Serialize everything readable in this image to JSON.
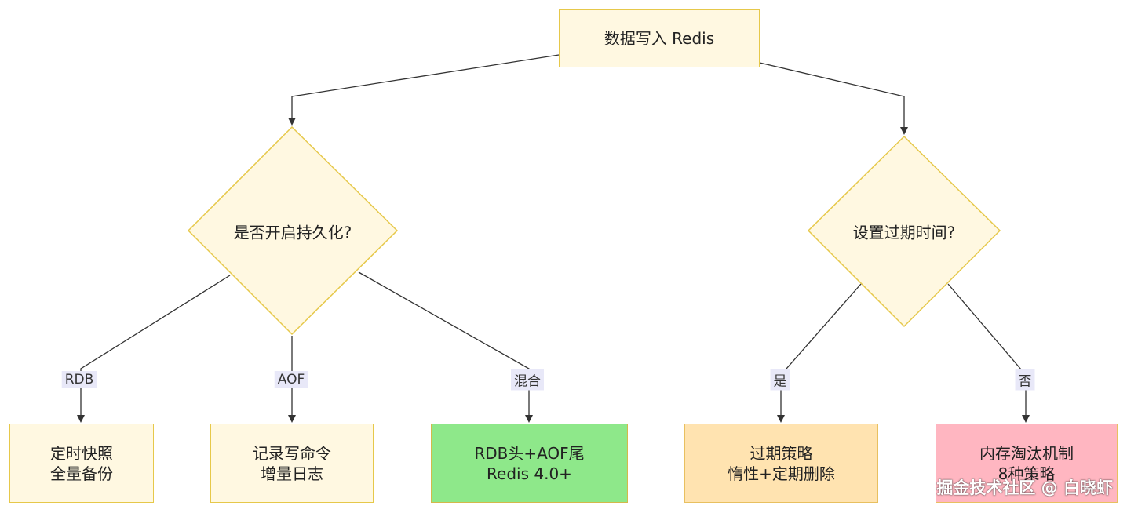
{
  "nodes": {
    "root": {
      "label": "数据写入 Redis"
    },
    "persist_q": {
      "label": "是否开启持久化?"
    },
    "expire_q": {
      "label": "设置过期时间?"
    },
    "rdb": {
      "line1": "定时快照",
      "line2": "全量备份"
    },
    "aof": {
      "line1": "记录写命令",
      "line2": "增量日志"
    },
    "mixed": {
      "line1": "RDB头+AOF尾",
      "line2": "Redis 4.0+"
    },
    "expire_policy": {
      "line1": "过期策略",
      "line2": "惰性+定期删除"
    },
    "eviction": {
      "line1": "内存淘汰机制",
      "line2": "8种策略"
    }
  },
  "edges": {
    "rdb_label": "RDB",
    "aof_label": "AOF",
    "mixed_label": "混合",
    "yes_label": "是",
    "no_label": "否"
  },
  "watermark": "掘金技术社区 @ 白晓虾",
  "colors": {
    "line": "#333333",
    "box_fill": "#fff8e1",
    "box_border": "#e6c84a",
    "green": "#8ee88a",
    "orange": "#ffe3b0",
    "pink": "#ffb6c1",
    "edge_label_bg": "#e8e8f8"
  }
}
